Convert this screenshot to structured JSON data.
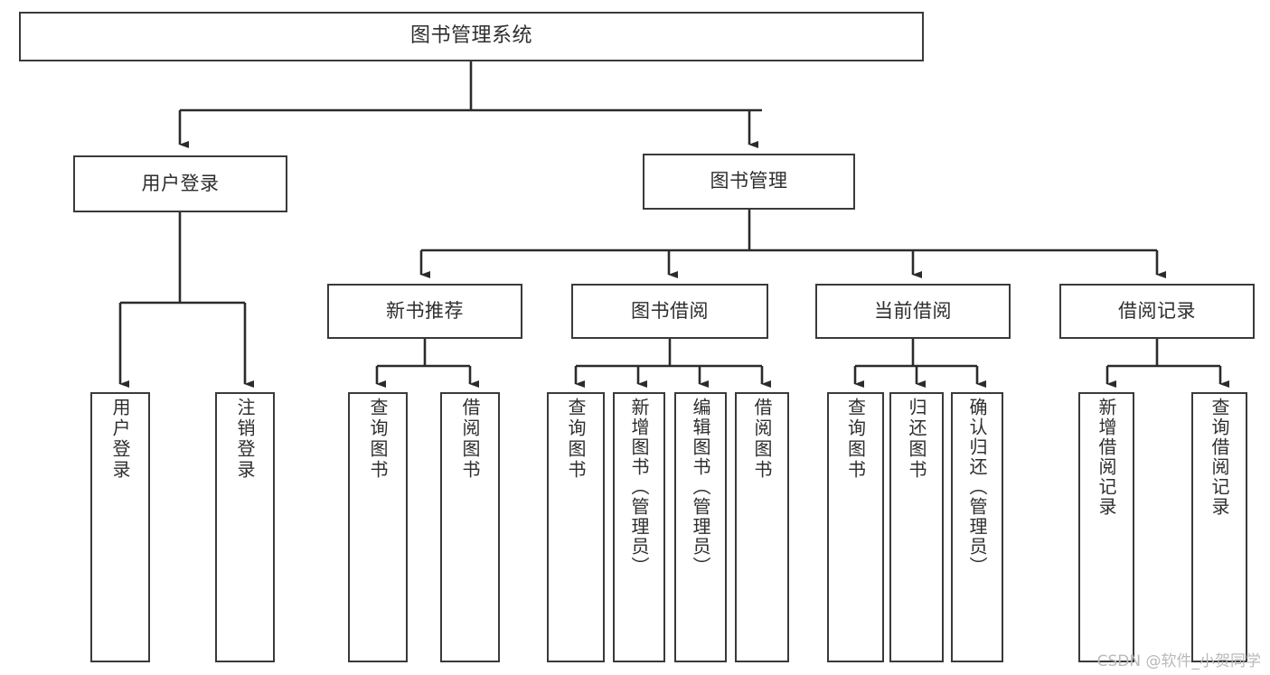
{
  "diagram": {
    "title": "图书管理系统",
    "type": "tree-hierarchy-diagram",
    "watermark": "CSDN @软件_小贺同学",
    "colors": {
      "box_border": "#3a3a3a",
      "box_fill": "#ffffff",
      "connector": "#2b2b2b",
      "text": "#2e2e2e",
      "watermark": "#b9b9b9",
      "background": "#ffffff"
    },
    "root": {
      "label": "图书管理系统"
    },
    "level2": [
      {
        "label": "用户登录"
      },
      {
        "label": "图书管理"
      }
    ],
    "level3": [
      {
        "label": "新书推荐"
      },
      {
        "label": "图书借阅"
      },
      {
        "label": "当前借阅"
      },
      {
        "label": "借阅记录"
      }
    ],
    "leaves": {
      "user_login": [
        {
          "label": "用户登录"
        },
        {
          "label": "注销登录"
        }
      ],
      "new_book_recommend": [
        {
          "label": "查询图书"
        },
        {
          "label": "借阅图书"
        }
      ],
      "book_borrow": [
        {
          "label": "查询图书"
        },
        {
          "label": "新增图书（管理员）"
        },
        {
          "label": "编辑图书（管理员）"
        },
        {
          "label": "借阅图书"
        }
      ],
      "current_borrow": [
        {
          "label": "查询图书"
        },
        {
          "label": "归还图书"
        },
        {
          "label": "确认归还（管理员）"
        }
      ],
      "borrow_record": [
        {
          "label": "新增借阅记录"
        },
        {
          "label": "查询借阅记录"
        }
      ]
    }
  }
}
